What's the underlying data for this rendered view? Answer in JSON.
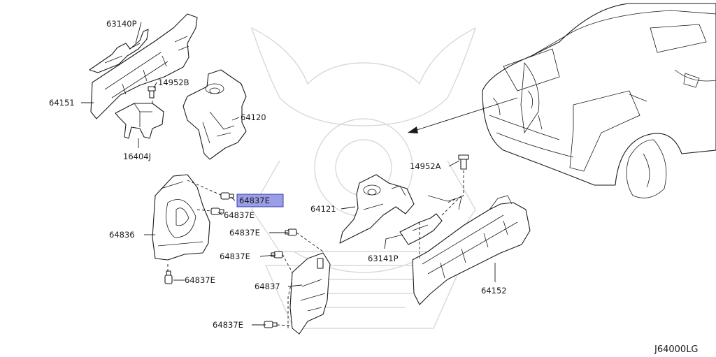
{
  "parts": {
    "p63140P": "63140P",
    "p64151": "64151",
    "p14952B": "14952B",
    "p16404J": "16404J",
    "p64120": "64120",
    "p64837E_hl": "64837E",
    "p64837E_2": "64837E",
    "p64836": "64836",
    "p64837E_3": "64837E",
    "p64837E_4": "64837E",
    "p64837E_5": "64837E",
    "p64837": "64837",
    "p64837E_6": "64837E",
    "p14952A": "14952A",
    "p64121": "64121",
    "p63141P": "63141P",
    "p64152": "64152"
  },
  "diagram_code": "J64000LG",
  "highlight_color": "#9a9ee6"
}
